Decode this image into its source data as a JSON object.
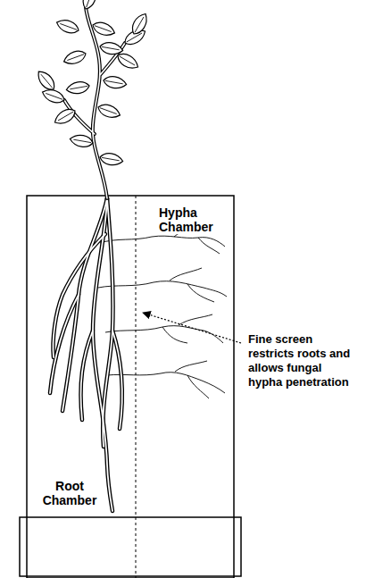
{
  "diagram": {
    "labels": [
      "Hypha Chamber",
      "Root Chamber",
      "Fine screen restricts roots and allows fungal hypha penetration"
    ]
  }
}
